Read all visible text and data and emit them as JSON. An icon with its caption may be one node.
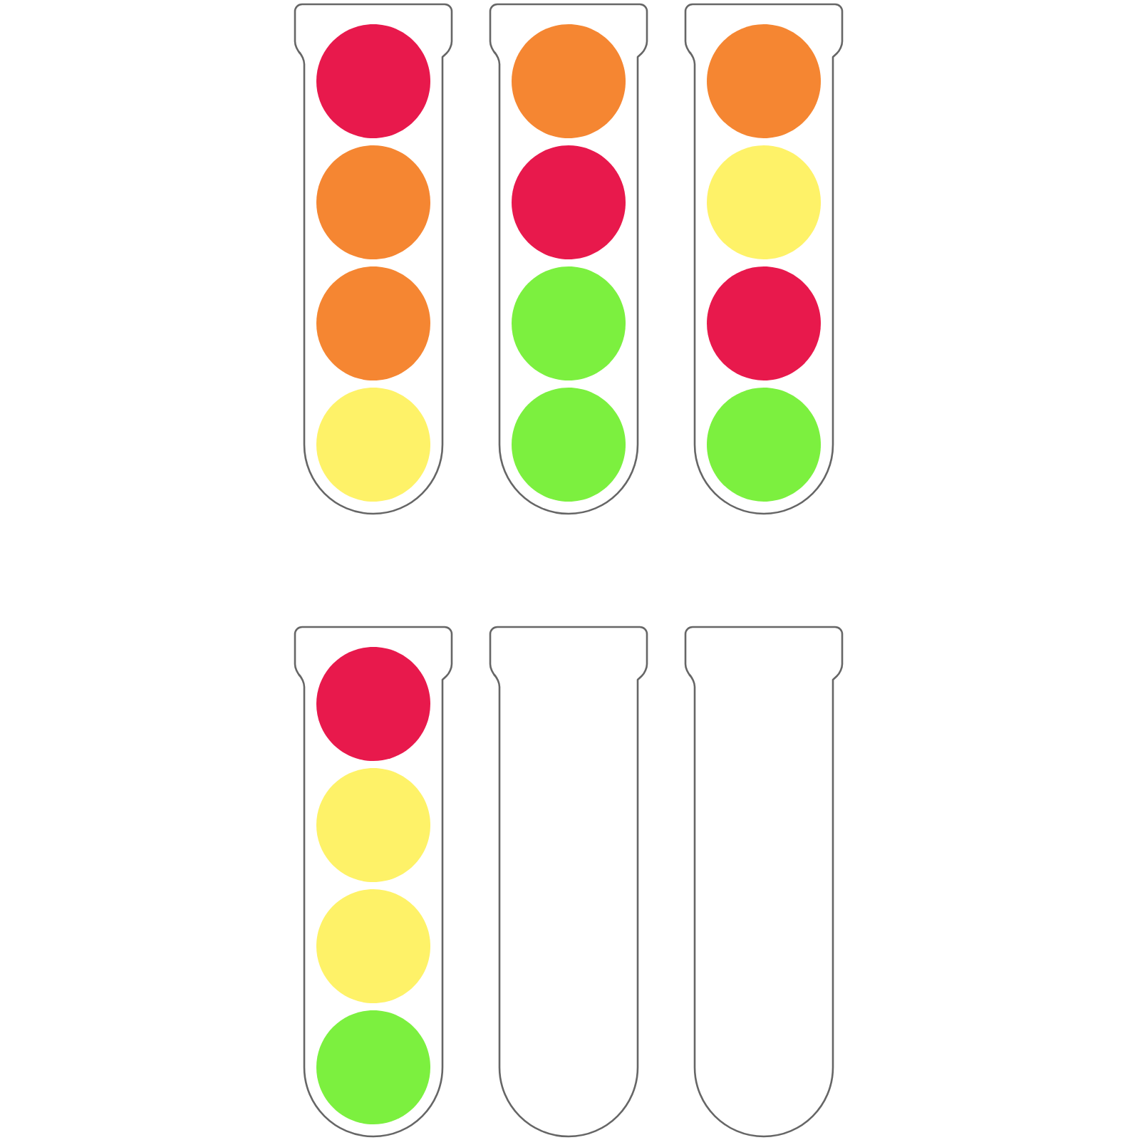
{
  "diagram": {
    "nodes": [
      {
        "text": [],
        "shape": "tube"
      },
      {
        "text": [],
        "shape": "circle",
        "in": 0
      },
      {
        "text": [],
        "shape": "circle",
        "in": 0
      },
      {
        "text": [],
        "shape": "circle",
        "in": 0
      },
      {
        "text": [],
        "shape": "circle",
        "in": 0
      },
      {
        "text": [],
        "shape": "tube"
      },
      {
        "text": [],
        "shape": "circle",
        "in": 5
      },
      {
        "text": [],
        "shape": "circle",
        "in": 5
      },
      {
        "text": [],
        "shape": "circle",
        "in": 5
      },
      {
        "text": [],
        "shape": "circle",
        "in": 5
      },
      {
        "text": [],
        "shape": "tube"
      },
      {
        "text": [],
        "shape": "circle",
        "in": 10
      },
      {
        "text": [],
        "shape": "circle",
        "in": 10
      },
      {
        "text": [],
        "shape": "circle",
        "in": 10
      },
      {
        "text": [],
        "shape": "circle",
        "in": 10
      },
      {
        "text": [],
        "shape": "tube"
      },
      {
        "text": [],
        "shape": "circle",
        "in": 15
      },
      {
        "text": [],
        "shape": "circle",
        "in": 15
      },
      {
        "text": [],
        "shape": "circle",
        "in": 15
      },
      {
        "text": [],
        "shape": "circle",
        "in": 15
      },
      {
        "text": [],
        "shape": "tube"
      },
      {
        "text": [],
        "shape": "tube"
      }
    ]
  }
}
